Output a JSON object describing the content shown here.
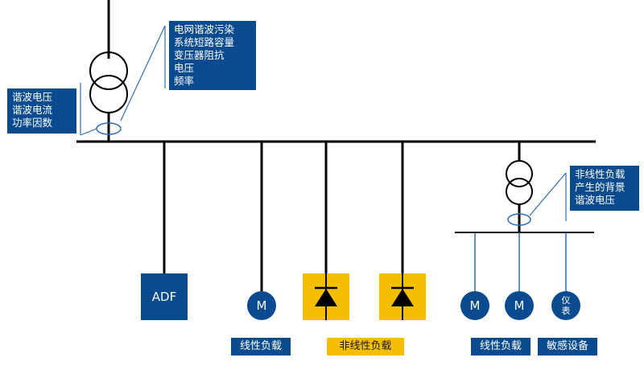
{
  "grid_box": {
    "lines": [
      "电网谐波污染",
      "系统短路容量",
      "变压器阻抗",
      "电压",
      "频率"
    ]
  },
  "measure_box": {
    "lines": [
      "谐波电压",
      "谐波电流",
      "功率因数"
    ]
  },
  "background_box": {
    "lines": [
      "非线性负载",
      "产生的背景",
      "谐波电压"
    ]
  },
  "loads": {
    "adf_label": "ADF",
    "motor_symbol": "M",
    "meter_lines": [
      "仪",
      "表"
    ]
  },
  "labels": {
    "linear_load_1": "线性负载",
    "nonlinear_load": "非线性负载",
    "linear_load_2": "线性负载",
    "sensitive_equipment": "敏感设备"
  },
  "colors": {
    "primary_blue": "#0a4a8f",
    "gold": "#f5bf00",
    "line": "#000000",
    "thin_line": "#2f6db5"
  }
}
